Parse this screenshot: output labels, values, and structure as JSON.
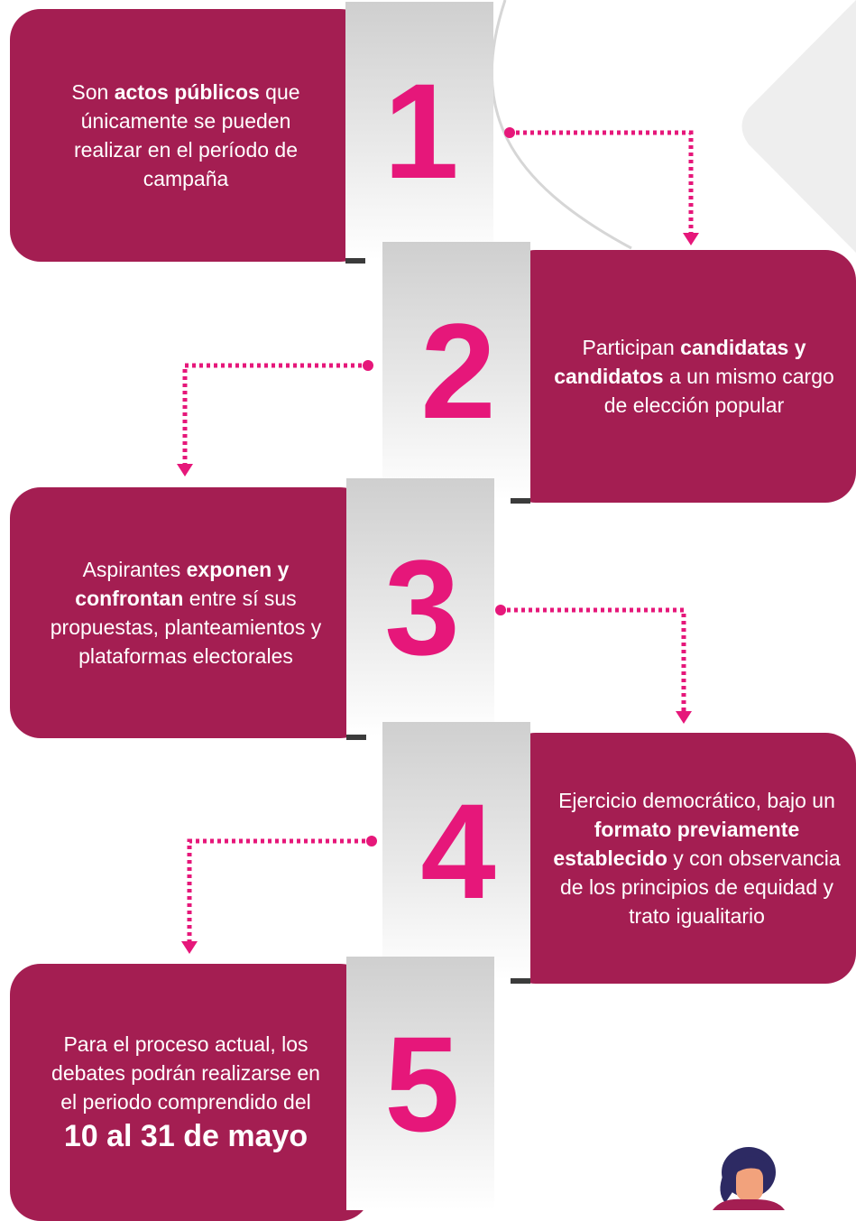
{
  "steps": [
    {
      "number": "1",
      "parts": [
        {
          "t": "Son ",
          "b": false
        },
        {
          "t": "actos públicos",
          "b": true
        },
        {
          "t": " que únicamente se pueden realizar en el período de campaña",
          "b": false
        }
      ]
    },
    {
      "number": "2",
      "parts": [
        {
          "t": "Participan ",
          "b": false
        },
        {
          "t": "candidatas y candidatos",
          "b": true
        },
        {
          "t": " a un mismo cargo de elección popular",
          "b": false
        }
      ]
    },
    {
      "number": "3",
      "parts": [
        {
          "t": "Aspirantes ",
          "b": false
        },
        {
          "t": "exponen y confrontan",
          "b": true
        },
        {
          "t": " entre sí sus propuestas, planteamientos y plataformas electorales",
          "b": false
        }
      ]
    },
    {
      "number": "4",
      "parts": [
        {
          "t": "Ejercicio democrático, bajo un ",
          "b": false
        },
        {
          "t": "formato previamente establecido",
          "b": true
        },
        {
          "t": " y con observancia de los principios de equidad y trato igualitario",
          "b": false
        }
      ]
    },
    {
      "number": "5",
      "parts": [
        {
          "t": "Para el proceso actual, los debates podrán realizarse en el periodo comprendido del",
          "b": false
        }
      ],
      "highlight": "10 al 31 de mayo"
    }
  ],
  "colors": {
    "card": "#a41e52",
    "number": "#e6177a",
    "connector": "#e6177a"
  },
  "icons": {
    "person": "woman-avatar-icon"
  }
}
